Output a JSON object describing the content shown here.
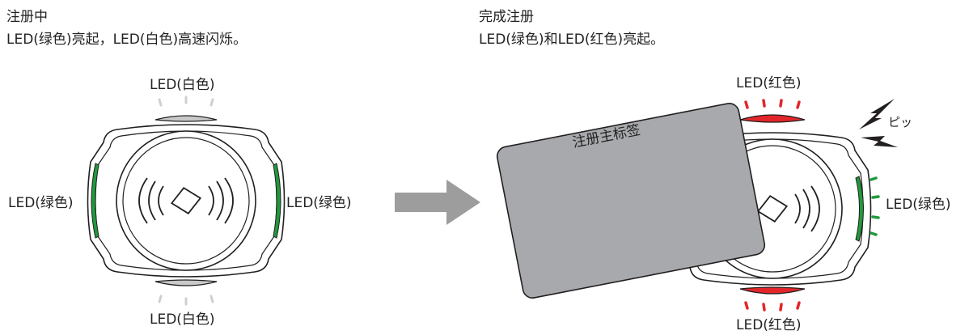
{
  "left_panel": {
    "title": "注册中",
    "description": "LED(绿色)亮起，LED(白色)高速闪烁。",
    "labels": {
      "top": "LED(白色)",
      "bottom": "LED(白色)",
      "left": "LED(绿色)",
      "right": "LED(绿色)"
    }
  },
  "right_panel": {
    "title": "完成注册",
    "description": "LED(绿色)和LED(红色)亮起。",
    "labels": {
      "top": "LED(红色)",
      "bottom": "LED(红色)",
      "right": "LED(绿色)"
    },
    "card_label": "注册主标签",
    "sound_label": "ピッ"
  },
  "colors": {
    "green_led": "#1f9a3c",
    "red_led": "#e3262a",
    "white_led": "#c9c9c9",
    "card_fill": "#a7a9ac",
    "arrow_fill": "#9d9d9d",
    "outline": "#231f20"
  },
  "icons": [
    "nfc-reader-icon",
    "arrow-right-icon",
    "sound-lightning-icon"
  ]
}
